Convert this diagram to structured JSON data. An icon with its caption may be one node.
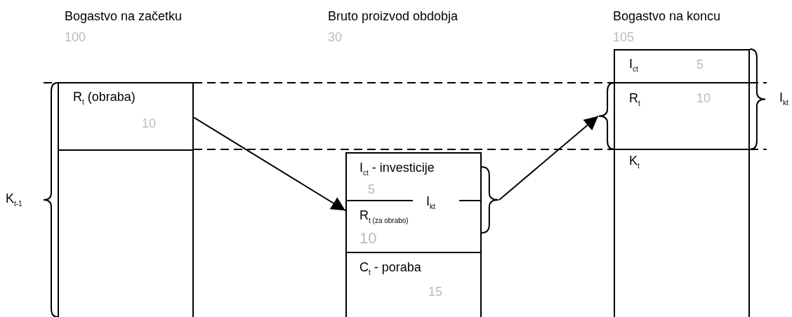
{
  "diagram": {
    "nodes": [
      {
        "text": [
          "R$_{t}$ (obraba)",
          "10"
        ]
      },
      {
        "text": [],
        "shape": "box"
      },
      {
        "text": [
          "I$_{ct}$ - investicije",
          "5"
        ]
      },
      {
        "text": [
          "R$_{t (za obrabo)}$",
          "10"
        ]
      },
      {
        "text": [
          "C$_{t}$ - poraba",
          "15"
        ]
      },
      {
        "text": [
          "I$_{ct}$",
          "5"
        ]
      },
      {
        "text": [
          "R$_{t}$",
          "10"
        ]
      },
      {
        "text": [
          "K$_{t}$"
        ]
      },
      {
        "text": [],
        "shape": "brace"
      },
      {
        "text": [],
        "shape": "brace"
      }
    ],
    "edges": [
      {
        "from": 0,
        "to": 3,
        "arrow": "to"
      },
      {
        "from": 8,
        "to": 9,
        "arrow": "to"
      }
    ],
    "labels": [
      "Bogastvo na začetku",
      "Bruto proizvod obdobja",
      "Bogastvo na koncu",
      "100",
      "30",
      "105",
      "I$_{kt}$",
      "K$_{t-1}$",
      "I$_{kt}$"
    ]
  }
}
